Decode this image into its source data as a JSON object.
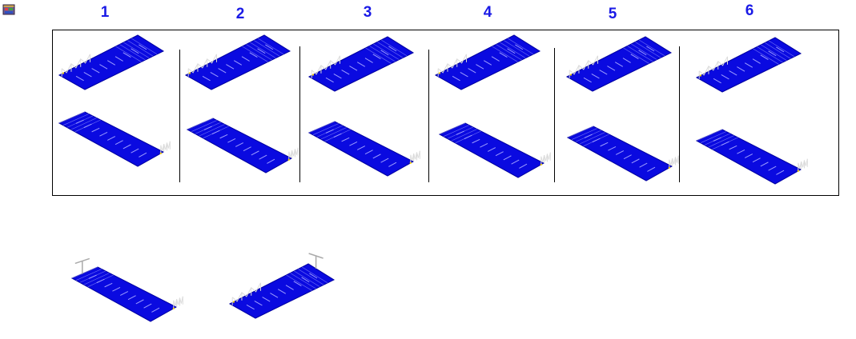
{
  "window": {
    "icon": "tileset-app-icon"
  },
  "columns": [
    {
      "label": "1"
    },
    {
      "label": "2"
    },
    {
      "label": "3"
    },
    {
      "label": "4"
    },
    {
      "label": "5"
    },
    {
      "label": "6"
    }
  ],
  "colors": {
    "platform": "#0a0ae0",
    "platform_edge": "#0000a0",
    "stripe": "#9c9cff",
    "rail": "#dcdcdc",
    "accent": "#ffd400",
    "label": "#1a1ae6"
  }
}
